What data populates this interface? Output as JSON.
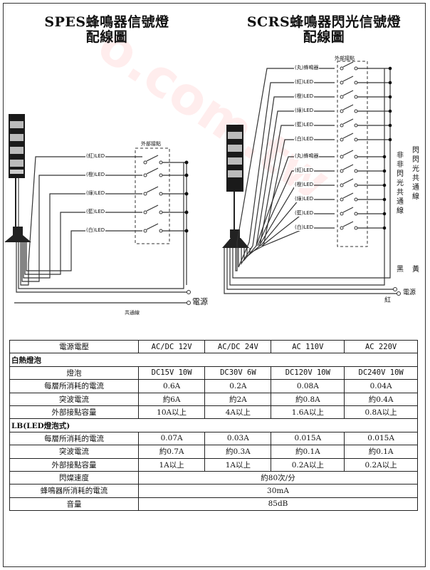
{
  "titles": {
    "left_line1": "SPES蜂鳴器信號燈",
    "left_line2": "配線圖",
    "right_line1": "SCRS蜂鳴器閃光信號燈",
    "right_line2": "配線圖"
  },
  "left_diagram": {
    "external_contact": "外部接點",
    "leds": [
      "(紅)LED",
      "(橙)LED",
      "(綠)LED",
      "(藍)LED",
      "(白)LED"
    ],
    "power": "電源",
    "common": "共通線"
  },
  "right_diagram": {
    "external_contact": "外部接點",
    "upper": [
      "(丸)蜂鳴器",
      "(紅)LED",
      "(橙)LED",
      "(綠)LED",
      "(藍)LED",
      "(白)LED"
    ],
    "lower": [
      "(丸)蜂鳴器",
      "(紅)LED",
      "(橙)LED",
      "(綠)LED",
      "(藍)LED",
      "(白)LED"
    ],
    "vertical_a": "非非閃光共通線",
    "vertical_b": "閃閃光共通線",
    "black": "黑",
    "yellow": "黃",
    "power": "電源",
    "red": "紅"
  },
  "watermark": "o.com.tw",
  "table": {
    "header": [
      "電源電壓",
      "AC/DC 12V",
      "AC/DC 24V",
      "AC 110V",
      "AC 220V"
    ],
    "section1": "白熱燈泡",
    "rows1": [
      [
        "燈泡",
        "DC15V 10W",
        "DC30V 6W",
        "DC120V 10W",
        "DC240V 10W"
      ],
      [
        "每層所消耗的電流",
        "0.6A",
        "0.2A",
        "0.08A",
        "0.04A"
      ],
      [
        "突波電流",
        "約6A",
        "約2A",
        "約0.8A",
        "約0.4A"
      ],
      [
        "外部接點容量",
        "10A以上",
        "4A以上",
        "1.6A以上",
        "0.8A以上"
      ]
    ],
    "section2": "LB(LED燈泡式)",
    "rows2": [
      [
        "每層所消耗的電流",
        "0.07A",
        "0.03A",
        "0.015A",
        "0.015A"
      ],
      [
        "突波電流",
        "約0.7A",
        "約0.3A",
        "約0.1A",
        "約0.1A"
      ],
      [
        "外部接點容量",
        "1A以上",
        "1A以上",
        "0.2A以上",
        "0.2A以上"
      ]
    ],
    "rows3": [
      [
        "閃燦速度",
        "約80次/分"
      ],
      [
        "蜂鳴器所消耗的電流",
        "30mA"
      ],
      [
        "音量",
        "85dB"
      ]
    ]
  }
}
